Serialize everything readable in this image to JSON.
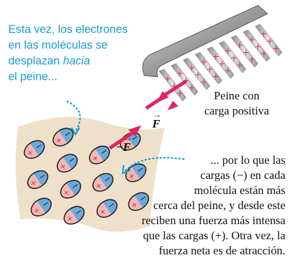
{
  "comb_label": {
    "line1": "Peine con",
    "line2": "carga positiva"
  },
  "caption_left": {
    "line1": "Esta vez, los electrones",
    "line2": "en las moléculas se",
    "line3_plain": "desplazan ",
    "line3_italic": "hacia",
    "line4": "el peine..."
  },
  "caption_right": {
    "line1": "... por lo que las",
    "line2": "cargas (−) en cada",
    "line3": "molécula están más",
    "line4": "cerca del peine, y desde este",
    "line5": "reciben una fuerza más intensa",
    "line6": "que las cargas (+). Otra vez, la",
    "line7": "fuerza neta es de atracción."
  },
  "force_labels": {
    "f": "F",
    "neg_f": "−F"
  },
  "colors": {
    "caption_blue": "#1a9ad6",
    "arrow_red": "#e0245e",
    "paper": "#efe0c9",
    "molecule_blue": "#6fa9d8",
    "molecule_pink": "#f1b8b6",
    "comb_gray": "#8f8f8f"
  }
}
